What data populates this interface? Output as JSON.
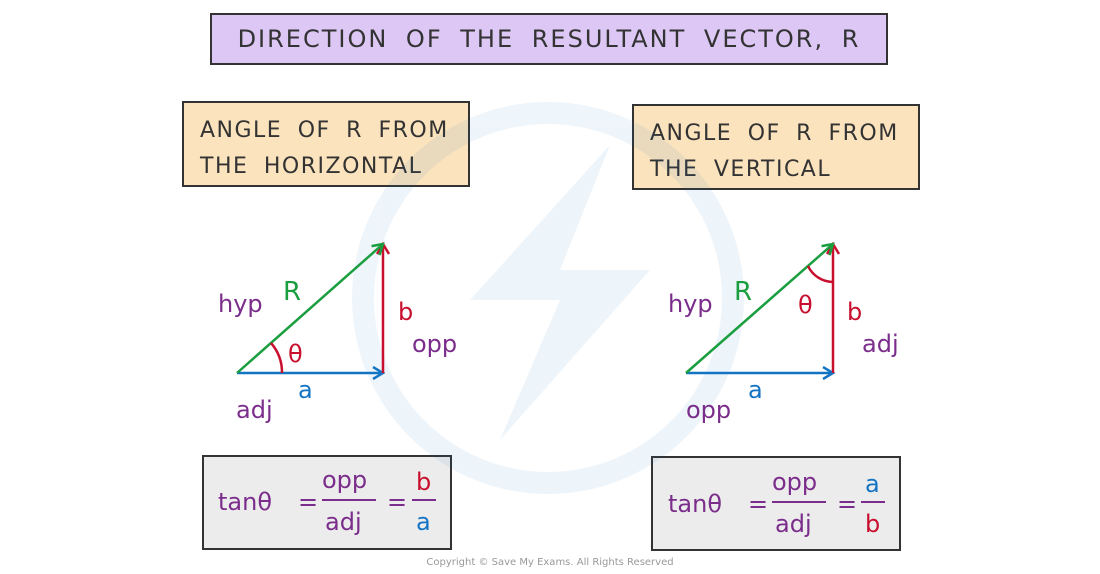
{
  "title": "DIRECTION OF THE RESULTANT VECTOR, R",
  "left_panel": {
    "label_line1": "ANGLE OF R FROM",
    "label_line2": "THE HORIZONTAL",
    "vec_r": "R",
    "vec_a": "a",
    "vec_b": "b",
    "hyp": "hyp",
    "opp": "opp",
    "adj": "adj",
    "theta": "θ",
    "formula": {
      "lhs": "tanθ",
      "num1": "opp",
      "den1": "adj",
      "num2": "b",
      "den2": "a"
    }
  },
  "right_panel": {
    "label_line1": "ANGLE OF R FROM",
    "label_line2": "THE VERTICAL",
    "vec_r": "R",
    "vec_a": "a",
    "vec_b": "b",
    "hyp": "hyp",
    "opp": "opp",
    "adj": "adj",
    "theta": "θ",
    "formula": {
      "lhs": "tanθ",
      "num1": "opp",
      "den1": "adj",
      "num2": "a",
      "den2": "b"
    }
  },
  "colors": {
    "R": "#1a9e3f",
    "a": "#1474c4",
    "b": "#c8102e",
    "label": "#7b2d8b",
    "title_bg": "#dcc7f5",
    "label_bg": "#fbe3bd",
    "formula_bg": "#ececec"
  },
  "footer": "Copyright © Save My Exams. All Rights Reserved"
}
